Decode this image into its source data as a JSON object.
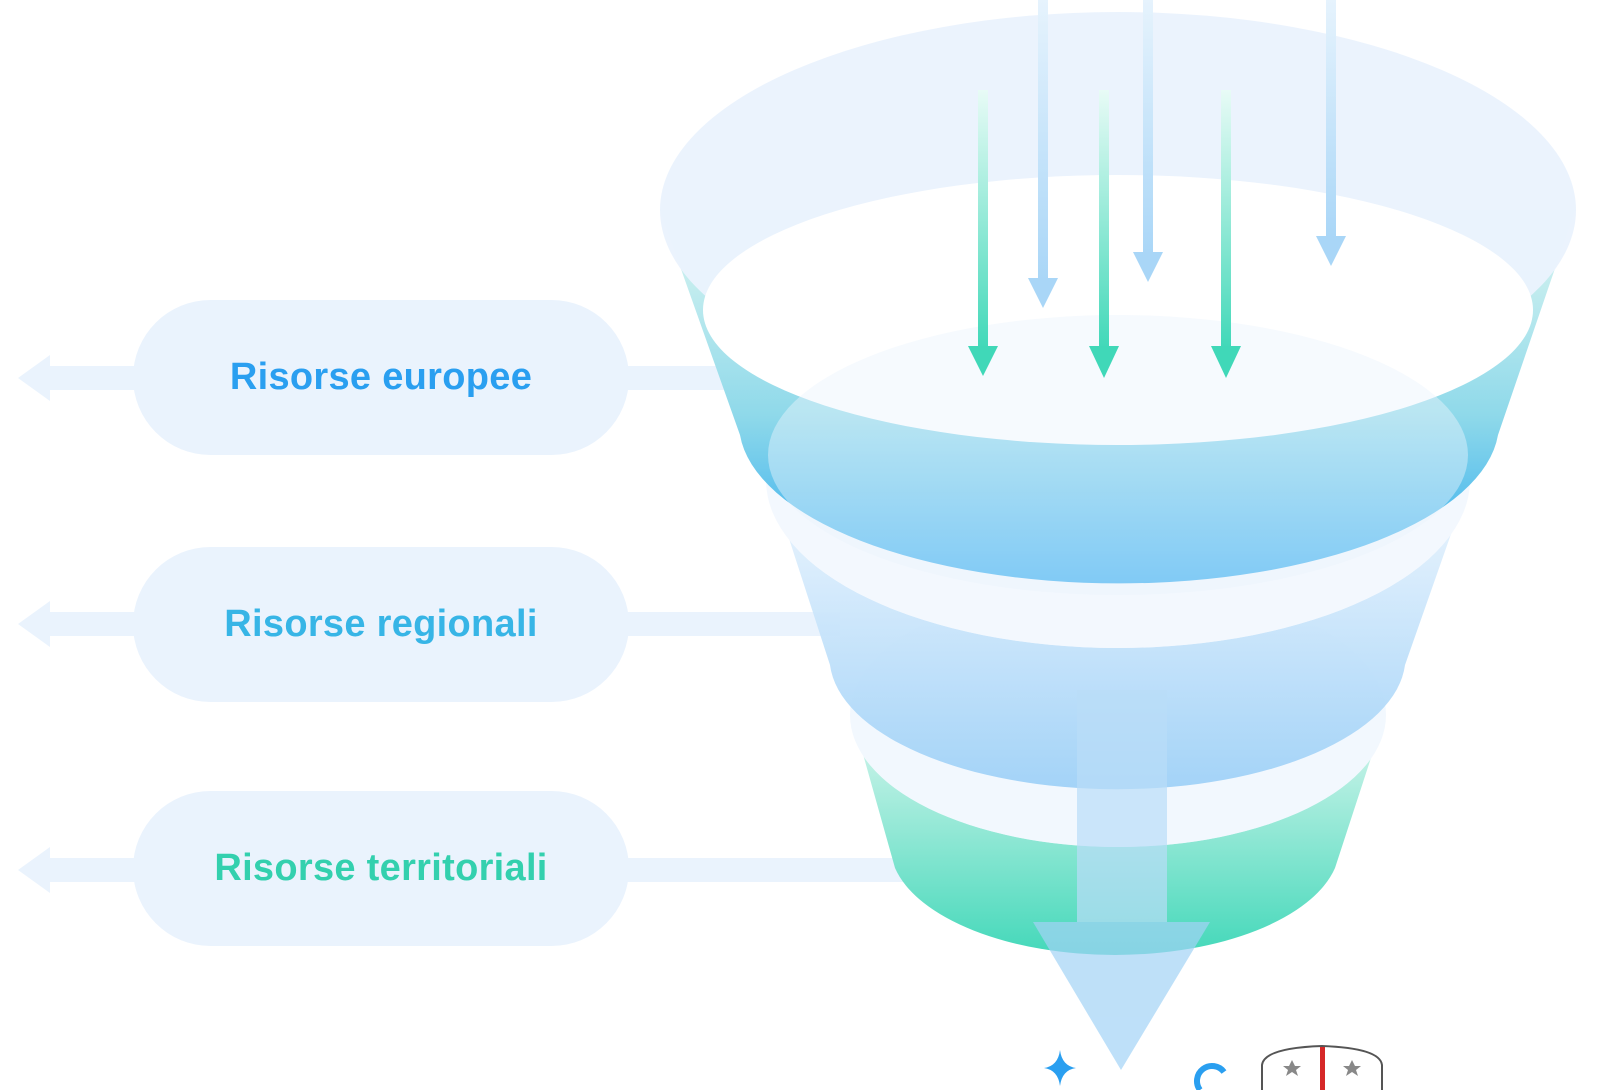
{
  "diagram": {
    "levels": [
      {
        "label": "Risorse europee",
        "color": "#2a9ff0"
      },
      {
        "label": "Risorse regionali",
        "color": "#37b5e6"
      },
      {
        "label": "Risorse territoriali",
        "color": "#33d0ae"
      }
    ],
    "colors": {
      "light_blue": "#b9ddf8",
      "pale_blue": "#eaf3fd",
      "blue": "#2aa8ef",
      "teal": "#40d8b8"
    },
    "icons": [
      "sparkle-icon",
      "coat-of-arms-icon"
    ]
  }
}
